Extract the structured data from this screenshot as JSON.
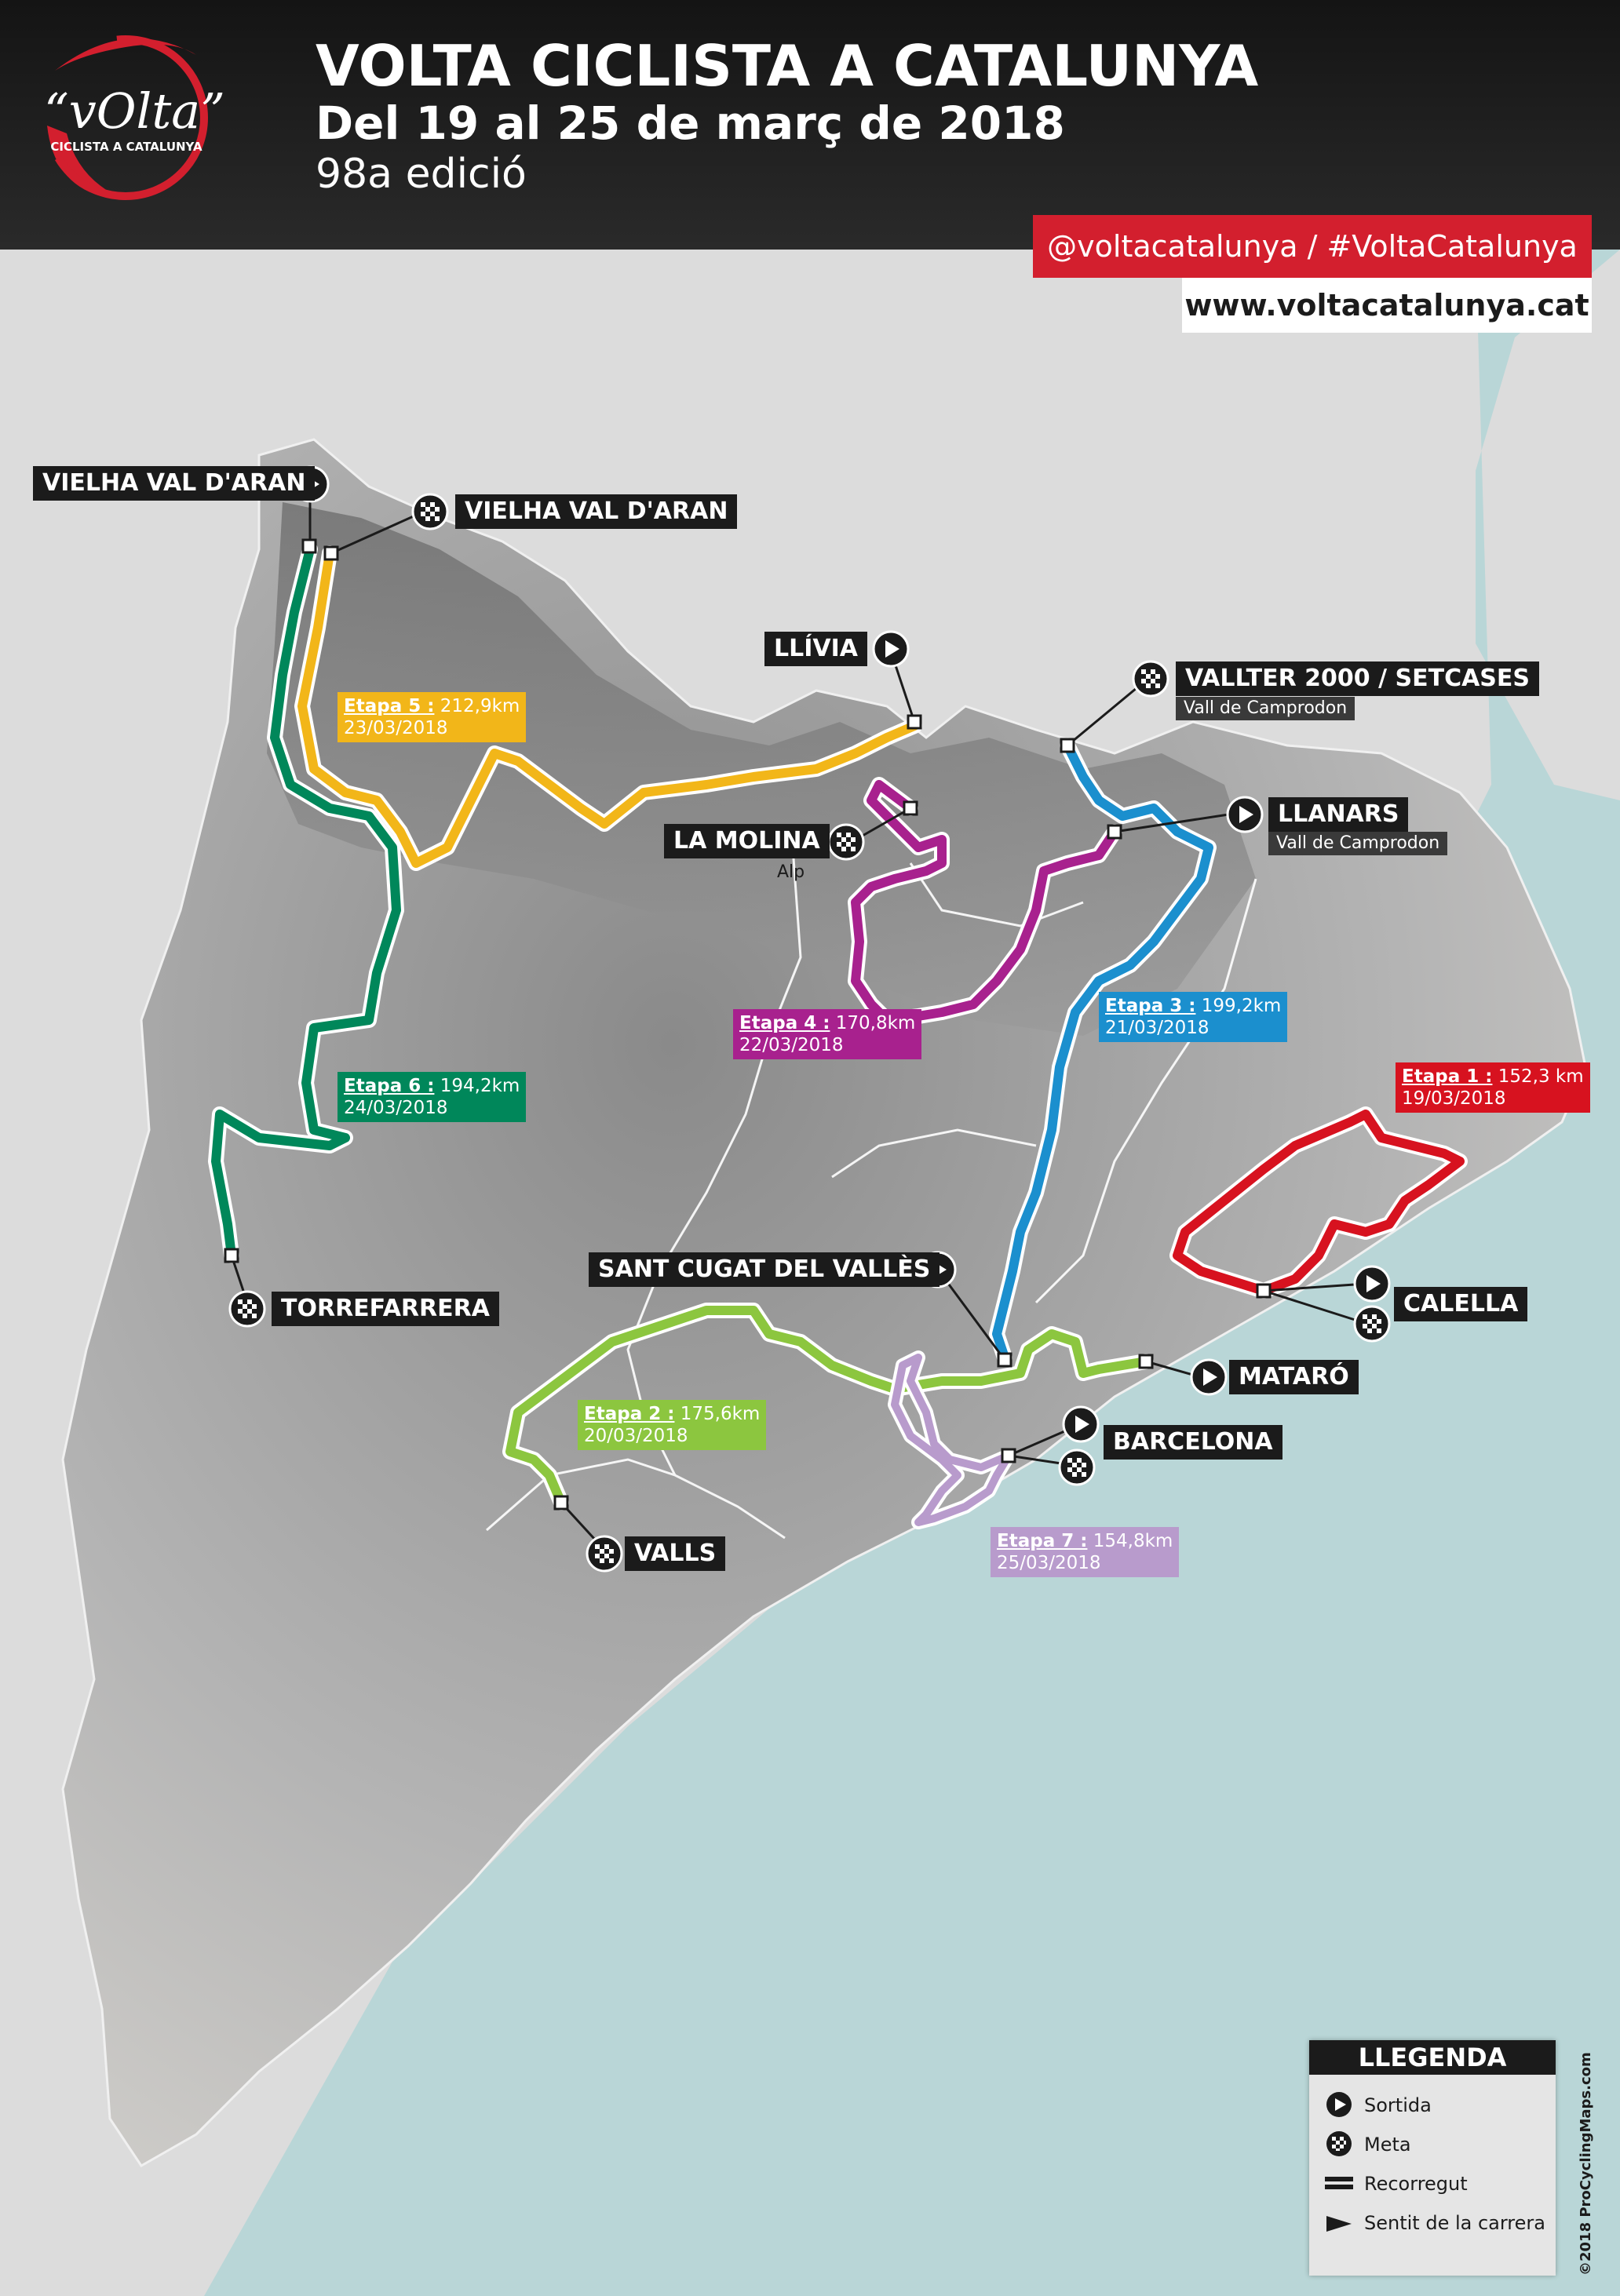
{
  "header": {
    "title": "VOLTA CICLISTA A CATALUNYA",
    "subtitle": "Del 19 al 25 de març de 2018",
    "edition": "98a edició",
    "social": "@voltacatalunya / #VoltaCatalunya",
    "website": "www.voltacatalunya.cat",
    "logo_text": "“vOlta”",
    "logo_subtext": "CICLISTA A CATALUNYA"
  },
  "places": {
    "vielha_start": "VIELHA VAL D'ARAN",
    "vielha_finish": "VIELHA VAL D'ARAN",
    "llivia": "LLÍVIA",
    "vallter": "VALLTER 2000 / SETCASES",
    "vallter_sub": "Vall de Camprodon",
    "llanars": "LLANARS",
    "llanars_sub": "Vall de Camprodon",
    "la_molina": "LA MOLINA",
    "la_molina_sub": "Alp",
    "torrefarrera": "TORREFARRERA",
    "sant_cugat": "SANT CUGAT DEL VALLÈS",
    "calella": "CALELLA",
    "mataro": "MATARÓ",
    "barcelona": "BARCELONA",
    "valls": "VALLS"
  },
  "stages": [
    {
      "id": "etapa1",
      "label": "Etapa 1 :",
      "distance": "152,3 km",
      "date": "19/03/2018",
      "color": "#d7121f"
    },
    {
      "id": "etapa2",
      "label": "Etapa 2 :",
      "distance": "175,6km",
      "date": "20/03/2018",
      "color": "#8cc63f"
    },
    {
      "id": "etapa3",
      "label": "Etapa 3 :",
      "distance": "199,2km",
      "date": "21/03/2018",
      "color": "#1b8fce"
    },
    {
      "id": "etapa4",
      "label": "Etapa 4 :",
      "distance": "170,8km",
      "date": "22/03/2018",
      "color": "#a8218e"
    },
    {
      "id": "etapa5",
      "label": "Etapa 5 :",
      "distance": "212,9km",
      "date": "23/03/2018",
      "color": "#f2b619"
    },
    {
      "id": "etapa6",
      "label": "Etapa 6 :",
      "distance": "194,2km",
      "date": "24/03/2018",
      "color": "#00875a"
    },
    {
      "id": "etapa7",
      "label": "Etapa 7 :",
      "distance": "154,8km",
      "date": "25/03/2018",
      "color": "#b89bcc"
    }
  ],
  "legend": {
    "title": "LLEGENDA",
    "start": "Sortida",
    "finish": "Meta",
    "route": "Recorregut",
    "direction": "Sentit de la carrera"
  },
  "credit": "©2018 ProCyclingMaps.com"
}
